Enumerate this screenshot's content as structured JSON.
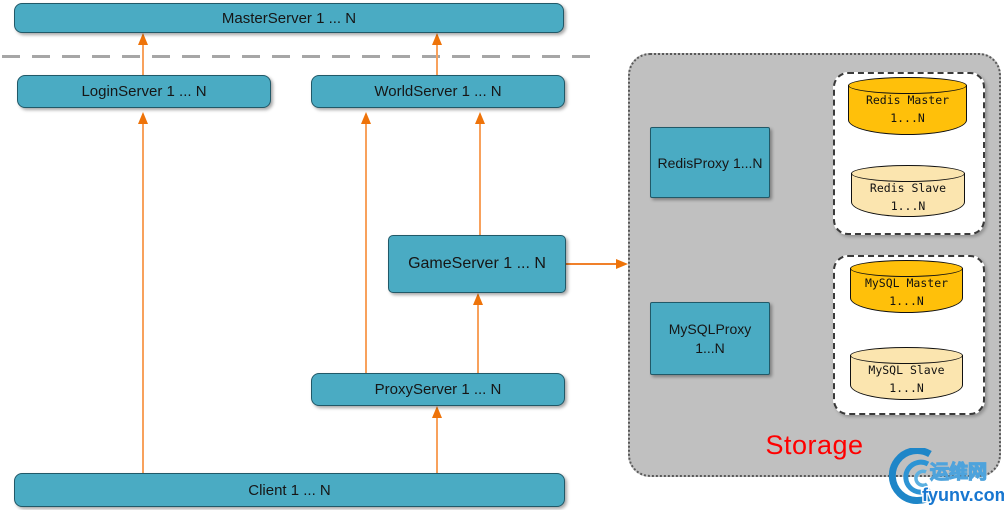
{
  "diagram": {
    "nodes": {
      "master_server": "MasterServer 1 ... N",
      "login_server": "LoginServer 1 ... N",
      "world_server": "WorldServer 1 ... N",
      "game_server": "GameServer 1 ... N",
      "proxy_server": "ProxyServer 1 ... N",
      "client": "Client 1 ... N",
      "redis_proxy": "RedisProxy 1...N",
      "mysql_proxy": {
        "line1": "MySQLProxy",
        "line2": "1...N"
      }
    },
    "storage": {
      "title": "Storage",
      "redis_master": {
        "line1": "Redis Master",
        "line2": "1...N"
      },
      "redis_slave": {
        "line1": "Redis Slave",
        "line2": "1...N"
      },
      "mysql_master": {
        "line1": "MySQL Master",
        "line2": "1...N"
      },
      "mysql_slave": {
        "line1": "MySQL Slave",
        "line2": "1...N"
      }
    },
    "edges": [
      {
        "from": "Client",
        "to": "LoginServer"
      },
      {
        "from": "Client",
        "to": "ProxyServer"
      },
      {
        "from": "LoginServer",
        "to": "MasterServer"
      },
      {
        "from": "WorldServer",
        "to": "MasterServer"
      },
      {
        "from": "ProxyServer",
        "to": "WorldServer"
      },
      {
        "from": "ProxyServer",
        "to": "GameServer"
      },
      {
        "from": "GameServer",
        "to": "WorldServer"
      },
      {
        "from": "GameServer",
        "to": "Storage"
      },
      {
        "from": "RedisProxy",
        "to": "Redis databases"
      },
      {
        "from": "MySQLProxy",
        "to": "MySQL databases"
      }
    ],
    "colors": {
      "node_fill": "#4AABC3",
      "node_border": "#215968",
      "arrow_line": "#F8A15C",
      "arrow_head": "#EE7309",
      "storage_fill": "#C0C0C0",
      "master_db_fill": "#FFC00A",
      "slave_db_fill": "#FBE5AF",
      "storage_label_color": "#FF0000",
      "separator_color": "#A6A6A6"
    },
    "watermark": {
      "name": "运维网",
      "url": "fyunv.com",
      "color": "#1877D0"
    }
  }
}
